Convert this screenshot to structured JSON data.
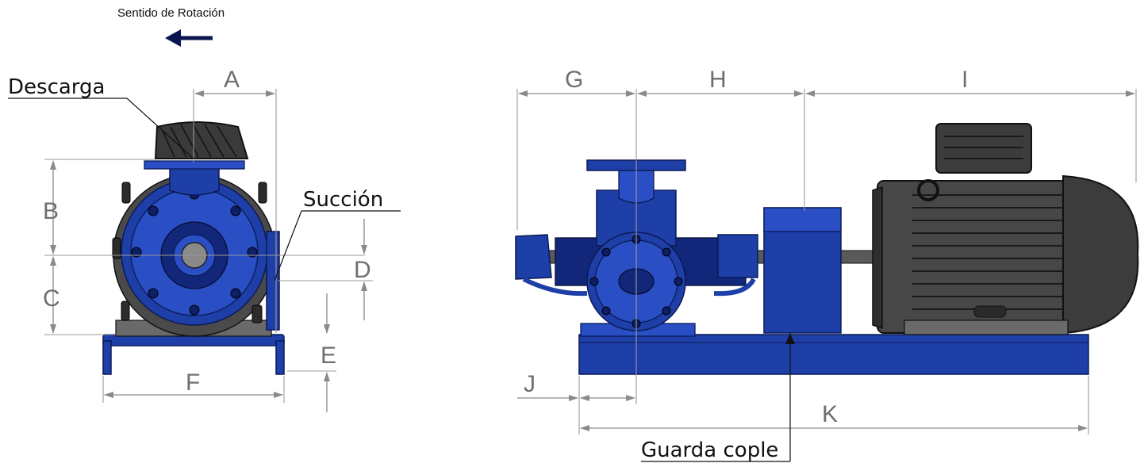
{
  "rotation": {
    "label": "Sentido de Rotación",
    "arrow_icon": "left-arrow-icon",
    "arrow_color": "#0a1450"
  },
  "callouts": {
    "discharge": "Descarga",
    "suction": "Succión",
    "coupling_guard": "Guarda cople"
  },
  "dimensions": {
    "A": "A",
    "B": "B",
    "C": "C",
    "D": "D",
    "E": "E",
    "F": "F",
    "G": "G",
    "H": "H",
    "I": "I",
    "J": "J",
    "K": "K"
  },
  "colors": {
    "pump_blue": "#1f3fa8",
    "motor_grey": "#4a4a4a",
    "dimension_line": "#8a8a8a"
  }
}
